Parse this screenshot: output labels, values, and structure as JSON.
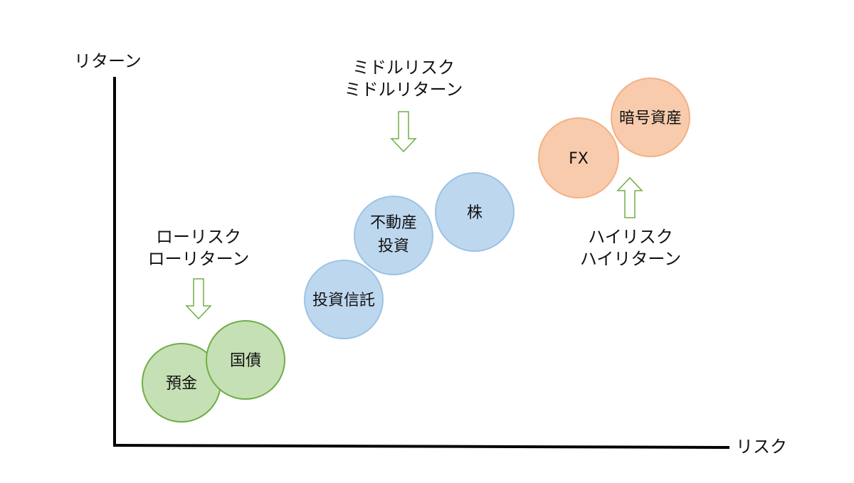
{
  "axes": {
    "y_label": "リターン",
    "x_label": "リスク"
  },
  "groups": {
    "low": {
      "label_line1": "ローリスク",
      "label_line2": "ローリターン",
      "color_fill": "#c5e0b4",
      "color_stroke": "#70ad47"
    },
    "mid": {
      "label_line1": "ミドルリスク",
      "label_line2": "ミドルリターン",
      "color_fill": "#bdd7ee",
      "color_stroke": "#9dc3e6"
    },
    "high": {
      "label_line1": "ハイリスク",
      "label_line2": "ハイリターン",
      "color_fill": "#f8cbad",
      "color_stroke": "#f4b183"
    }
  },
  "assets": {
    "deposit": "預金",
    "bond": "国債",
    "fund": "投資信託",
    "realestate_line1": "不動産",
    "realestate_line2": "投資",
    "stock": "株",
    "fx": "FX",
    "crypto": "暗号資産"
  }
}
